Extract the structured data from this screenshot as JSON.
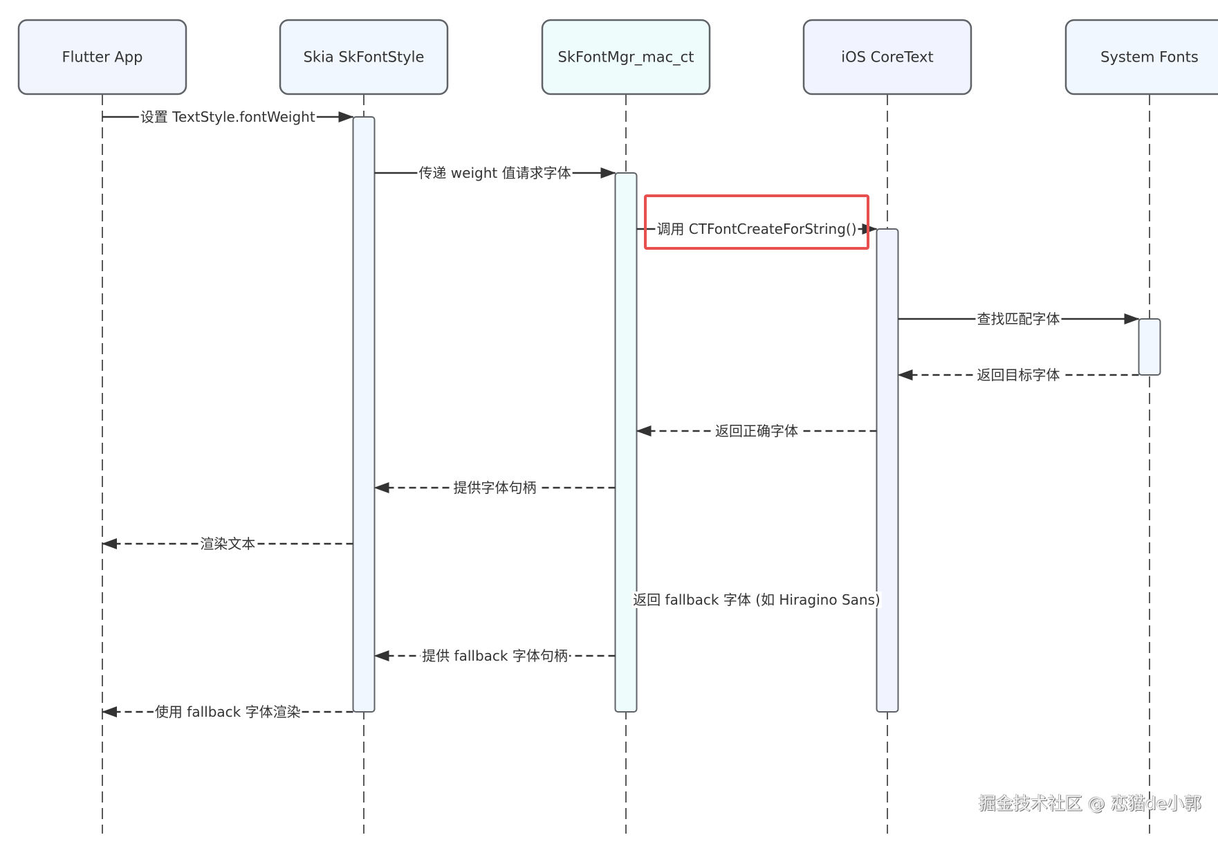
{
  "diagram": {
    "type": "sequence",
    "participants": [
      {
        "id": "flutter",
        "label": "Flutter App",
        "fill": "#f2f5fe"
      },
      {
        "id": "skia",
        "label": "Skia SkFontStyle",
        "fill": "#f0f7fe"
      },
      {
        "id": "mgr",
        "label": "SkFontMgr_mac_ct",
        "fill": "#effcfc"
      },
      {
        "id": "coretext",
        "label": "iOS CoreText",
        "fill": "#f1f3fe"
      },
      {
        "id": "sysfonts",
        "label": "System Fonts",
        "fill": "#f0f7fe"
      }
    ],
    "activations": [
      {
        "participant": "skia",
        "from_msg": 0,
        "to_msg": 10,
        "fill": "#f0f7fe"
      },
      {
        "participant": "mgr",
        "from_msg": 1,
        "to_msg": 10,
        "fill": "#effcfc"
      },
      {
        "participant": "coretext",
        "from_msg": 2,
        "to_msg": 10,
        "fill": "#f1f3fe"
      },
      {
        "participant": "sysfonts",
        "from_msg": 3,
        "to_msg": 4,
        "fill": "#f0f7fe"
      }
    ],
    "messages": [
      {
        "from": "flutter",
        "to": "skia",
        "label": "设置 TextStyle.fontWeight",
        "style": "solid"
      },
      {
        "from": "skia",
        "to": "mgr",
        "label": "传递 weight 值请求字体",
        "style": "solid"
      },
      {
        "from": "mgr",
        "to": "coretext",
        "label": "调用 CTFontCreateForString()",
        "style": "solid",
        "highlighted": true
      },
      {
        "from": "coretext",
        "to": "sysfonts",
        "label": "查找匹配字体",
        "style": "solid"
      },
      {
        "from": "sysfonts",
        "to": "coretext",
        "label": "返回目标字体",
        "style": "dashed"
      },
      {
        "from": "coretext",
        "to": "mgr",
        "label": "返回正确字体",
        "style": "dashed"
      },
      {
        "from": "mgr",
        "to": "skia",
        "label": "提供字体句柄",
        "style": "dashed"
      },
      {
        "from": "skia",
        "to": "flutter",
        "label": "渲染文本",
        "style": "dashed"
      },
      {
        "from": "coretext",
        "to": "mgr",
        "label": "返回 fallback 字体 (如 Hiragino Sans)",
        "style": "dashed"
      },
      {
        "from": "mgr",
        "to": "skia",
        "label": "提供 fallback 字体句柄",
        "style": "dashed"
      },
      {
        "from": "skia",
        "to": "flutter",
        "label": "使用 fallback 字体渲染",
        "style": "dashed"
      }
    ],
    "highlight_color": "#e85050",
    "line_color": "#333333"
  },
  "watermark": "掘金技术社区 @ 恋猫de小郭"
}
